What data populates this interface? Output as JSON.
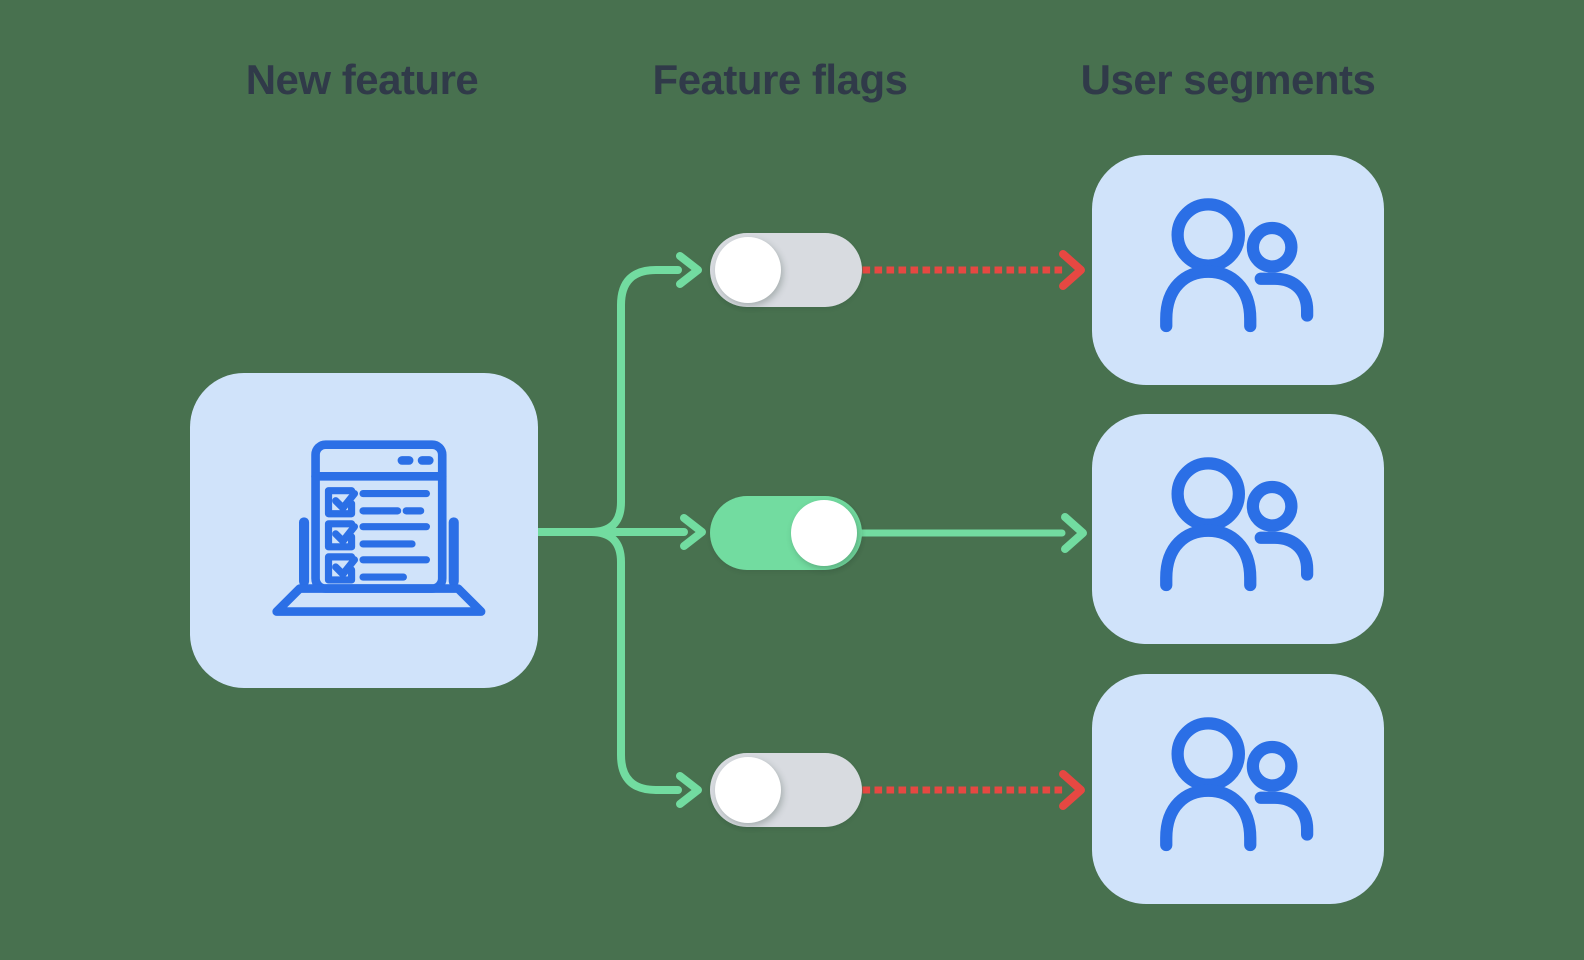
{
  "columns": [
    {
      "label": "New feature"
    },
    {
      "label": "Feature flags"
    },
    {
      "label": "User segments"
    }
  ],
  "new_feature": {
    "icon": "checklist-laptop-icon"
  },
  "feature_flags": [
    {
      "id": 1,
      "state": "off",
      "connection": "blocked"
    },
    {
      "id": 2,
      "state": "on",
      "connection": "delivered"
    },
    {
      "id": 3,
      "state": "off",
      "connection": "blocked"
    }
  ],
  "user_segments": [
    {
      "icon": "users-icon"
    },
    {
      "icon": "users-icon"
    },
    {
      "icon": "users-icon"
    }
  ],
  "colors": {
    "background": "#48714F",
    "panel-blue": "#D0E3FA",
    "icon-blue": "#2B6FE6",
    "toggle-off": "#D8DBE0",
    "toggle-on": "#72DCA0",
    "connector-green": "#72DCA0",
    "connector-red": "#E64842",
    "knob-white": "#FFFFFF",
    "heading-text": "#303A49"
  }
}
